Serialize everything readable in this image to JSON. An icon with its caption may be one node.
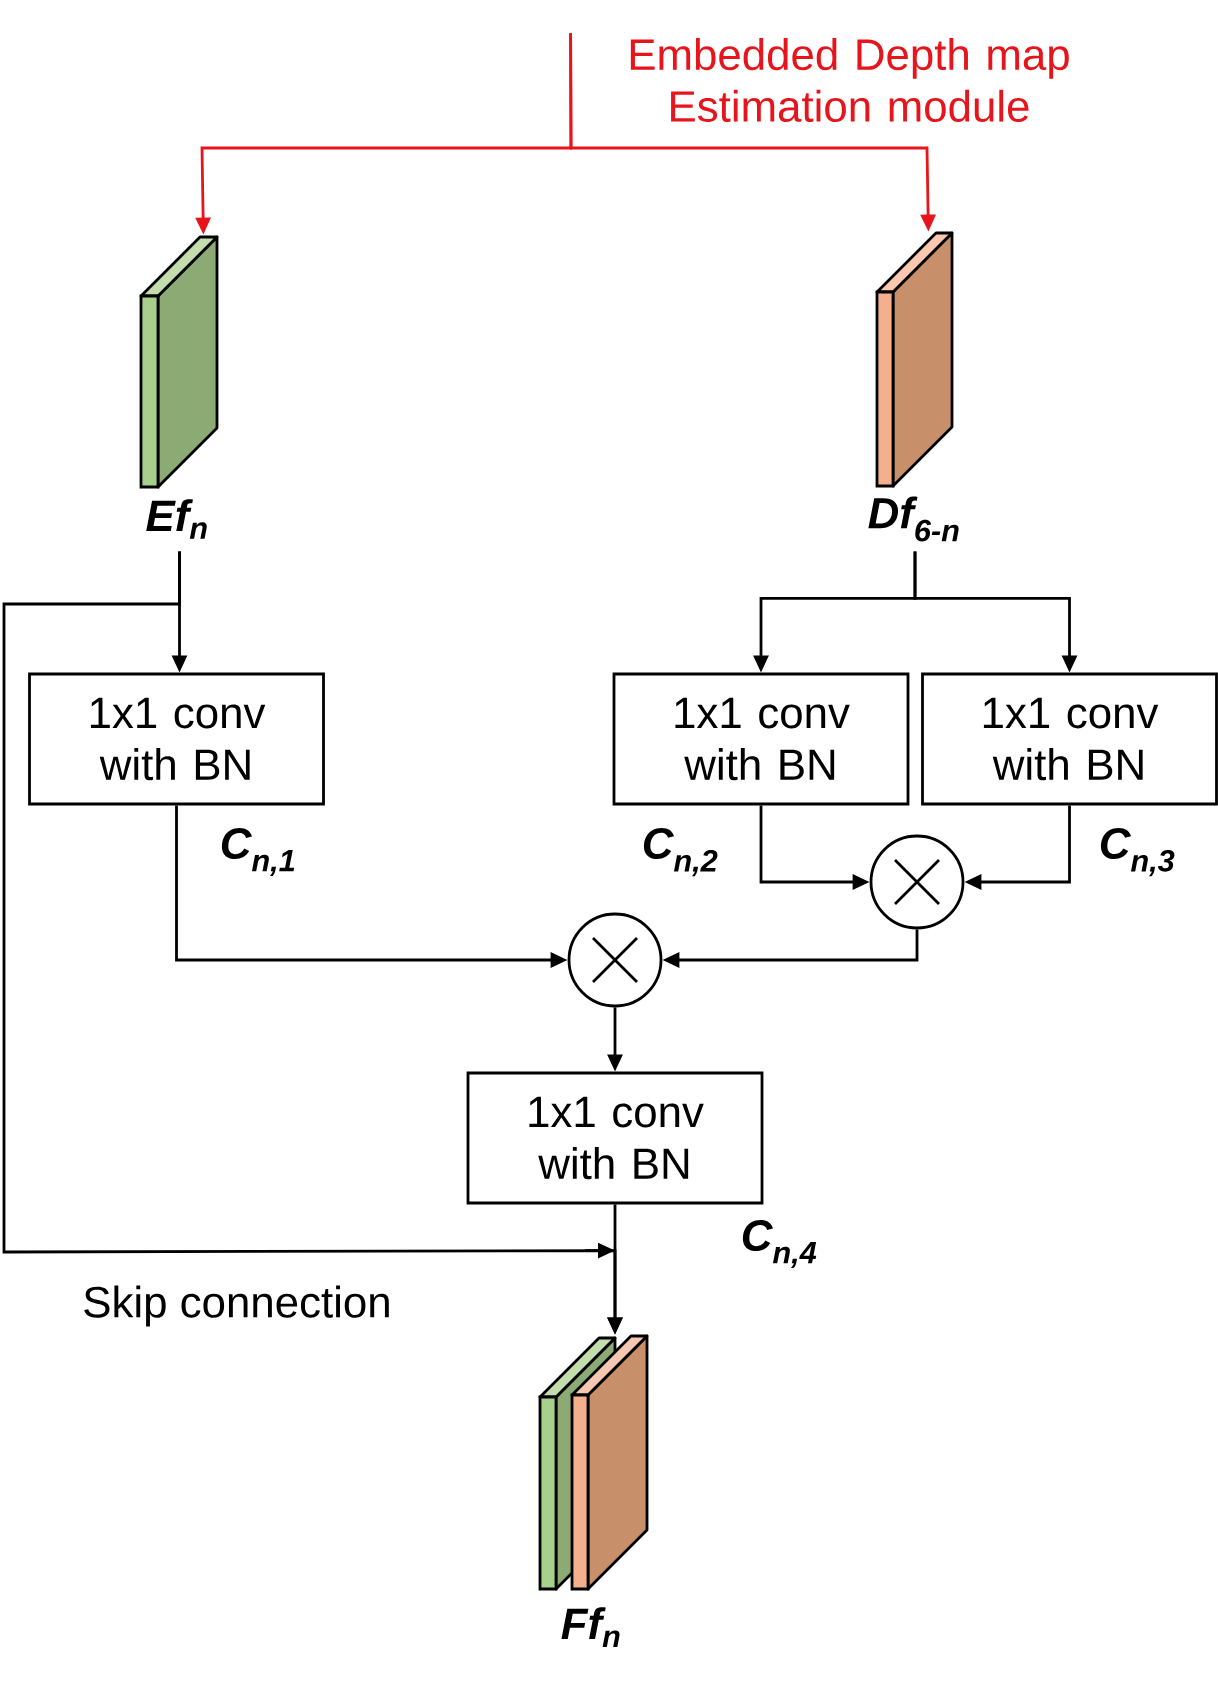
{
  "diagram": {
    "nodes": [
      {
        "text": [
          "Embedded Depth map Estimation module"
        ]
      },
      {
        "text": [
          "Ef$_{n}$"
        ]
      },
      {
        "text": [
          "Df$_{6-n}$"
        ]
      },
      {
        "text": [
          "1x1 conv with BN"
        ],
        "beside": [
          "C$_{n,1}$"
        ]
      },
      {
        "text": [
          "1x1 conv with BN"
        ],
        "beside": [
          "C$_{n,2}$"
        ]
      },
      {
        "text": [
          "1x1 conv with BN"
        ],
        "beside": [
          "C$_{n,3}$"
        ]
      },
      {
        "text": [],
        "shape": "circle"
      },
      {
        "text": [],
        "shape": "circle"
      },
      {
        "text": [
          "1x1 conv with BN"
        ],
        "beside": [
          "C$_{n,4}$"
        ]
      },
      {
        "text": [
          "Ff$_{n}$"
        ]
      }
    ],
    "edges": [
      {
        "from": 0,
        "to": 1,
        "arrow": "to",
        "color": "#e8141c"
      },
      {
        "from": 0,
        "to": 2,
        "arrow": "to",
        "color": "#e8141c"
      },
      {
        "from": 1,
        "to": 3,
        "arrow": "to"
      },
      {
        "from": 1,
        "to": 9,
        "arrow": "to",
        "label": "Skip connection"
      },
      {
        "from": 2,
        "to": 4,
        "arrow": "to"
      },
      {
        "from": 2,
        "to": 5,
        "arrow": "to"
      },
      {
        "from": 4,
        "to": 6,
        "arrow": "to"
      },
      {
        "from": 5,
        "to": 6,
        "arrow": "to"
      },
      {
        "from": 3,
        "to": 7,
        "arrow": "to"
      },
      {
        "from": 6,
        "to": 7,
        "arrow": "to"
      },
      {
        "from": 7,
        "to": 8,
        "arrow": "to"
      },
      {
        "from": 8,
        "to": 9,
        "arrow": "to"
      }
    ]
  }
}
